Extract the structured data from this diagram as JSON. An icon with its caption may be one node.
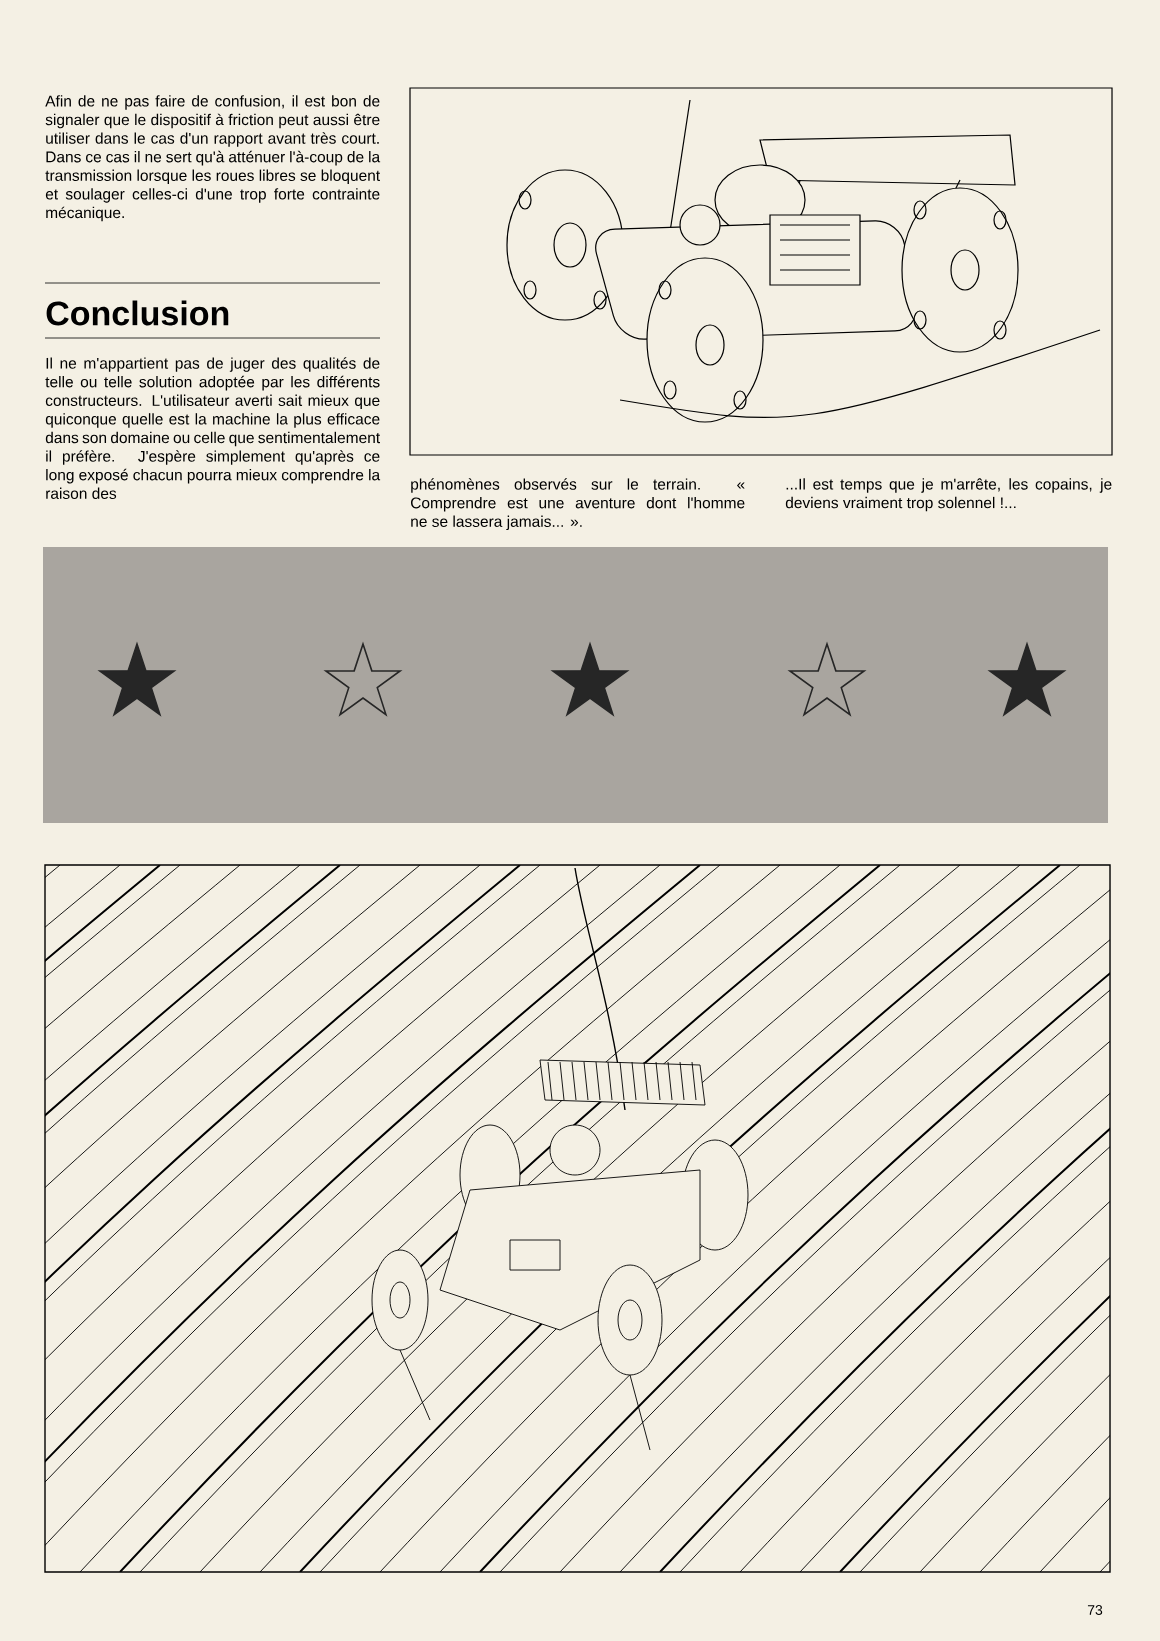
{
  "diagram": {
    "title": "Conclusion",
    "labels": [
      "Afin de ne pas faire de confusion, il est bon de signaler que le dispositif à friction peut aussi être utiliser dans le cas d'un rapport avant très court. Dans ce cas il ne sert qu'à atténuer l'à-coup de la transmission lorsque les roues libres se bloquent et soulager celles-ci d'une trop forte contrainte mécanique.",
      "Il ne m'appartient pas de juger des qualités de telle ou telle solution adoptée par les différents constructeurs. L'utilisateur averti sait mieux que quiconque quelle est la machine la plus efficace dans son domaine ou celle que sentimentalement il préfère. J'espère simplement qu'après ce long exposé chacun pourra mieux comprendre la raison des",
      "phénomènes observés sur le terrain. « Comprendre est une aventure dont l'homme ne se lassera jamais... ».",
      "...Il est temps que je m'arrête, les copains, je deviens vraiment trop solennel !...",
      "73"
    ]
  }
}
